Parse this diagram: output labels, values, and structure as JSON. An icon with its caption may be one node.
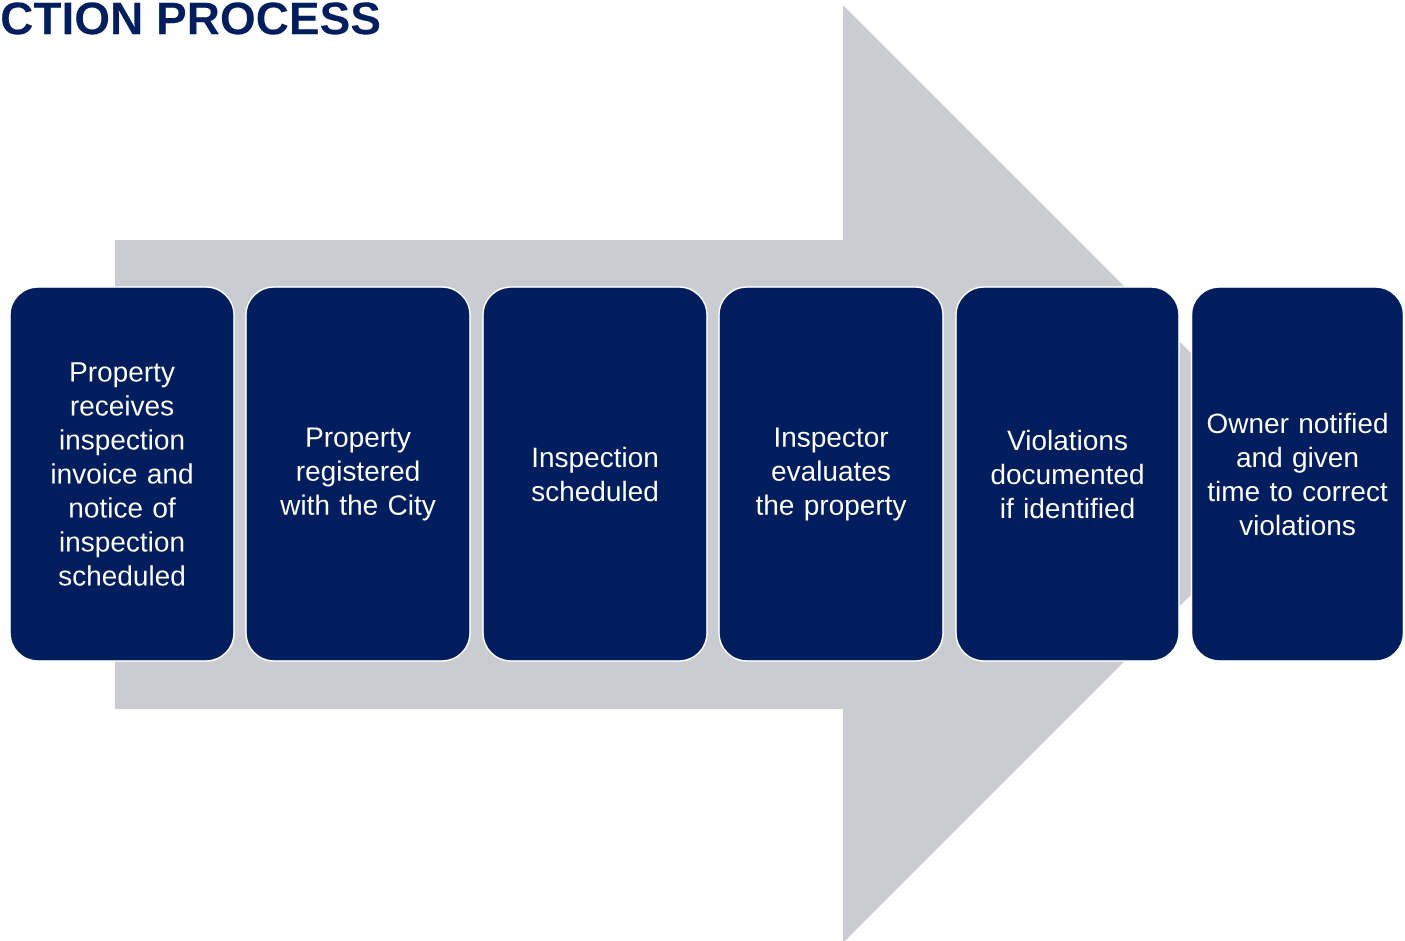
{
  "diagram": {
    "title": "CTION PROCESS",
    "nodes": [
      {
        "text": [
          "Property receives inspection invoice and notice of inspection scheduled"
        ]
      },
      {
        "text": [
          "Property registered with the City"
        ]
      },
      {
        "text": [
          "Inspection scheduled"
        ]
      },
      {
        "text": [
          "Inspector evaluates the property"
        ]
      },
      {
        "text": [
          "Violations documented if identified"
        ]
      },
      {
        "text": [
          "Owner notified and given time to correct violations"
        ]
      }
    ],
    "edges": [
      {
        "from": 0,
        "to": 5,
        "arrow": "to"
      }
    ]
  }
}
